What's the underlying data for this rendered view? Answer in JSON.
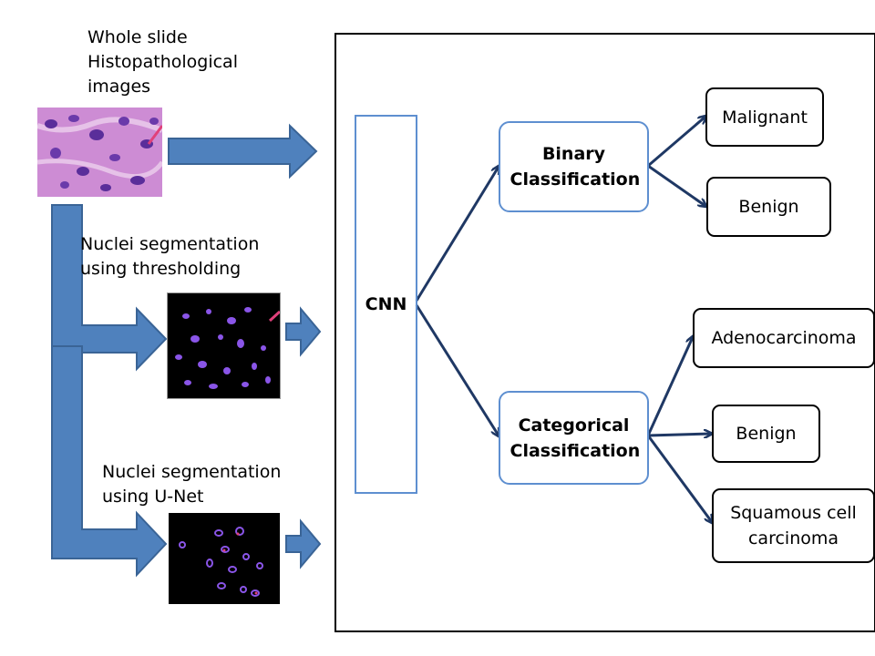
{
  "inputs": {
    "whole_slide_label": "Whole slide Histopathological images",
    "thresholding_label": "Nuclei segmentation using thresholding",
    "unet_label": "Nuclei segmentation using U-Net"
  },
  "model": {
    "cnn_label": "CNN"
  },
  "tasks": {
    "binary": "Binary Classification",
    "categorical": "Categorical Classification"
  },
  "outputs": {
    "binary": [
      "Malignant",
      "Benign"
    ],
    "categorical": [
      "Adenocarcinoma",
      "Benign",
      "Squamous cell carcinoma"
    ]
  },
  "colors": {
    "arrow_fill": "#4f81bd",
    "arrow_stroke": "#3a6496",
    "connector": "#1f3864",
    "box_border": "#5e8fd0",
    "histology_bg": "#c47fd0",
    "nuclei": "#5a2e9a",
    "mask_bg": "#000000",
    "mask_nuclei": "#8a55e8",
    "mask_accent": "#e0407a"
  }
}
